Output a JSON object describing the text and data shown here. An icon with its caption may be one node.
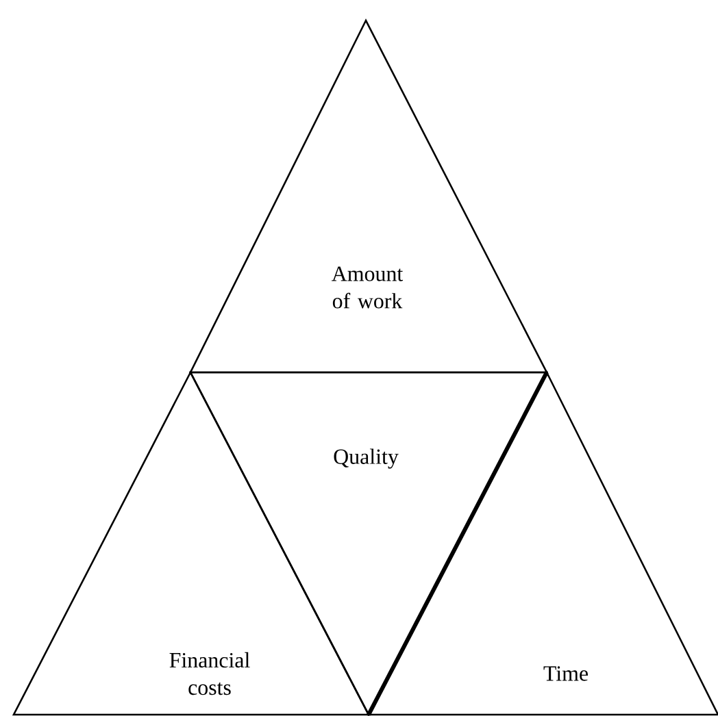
{
  "diagram": {
    "nodes": [
      {
        "text": [
          "Amount of work"
        ]
      },
      {
        "text": [
          "Quality"
        ]
      },
      {
        "text": [
          "Financial costs"
        ]
      },
      {
        "text": [
          "Time"
        ]
      }
    ]
  }
}
